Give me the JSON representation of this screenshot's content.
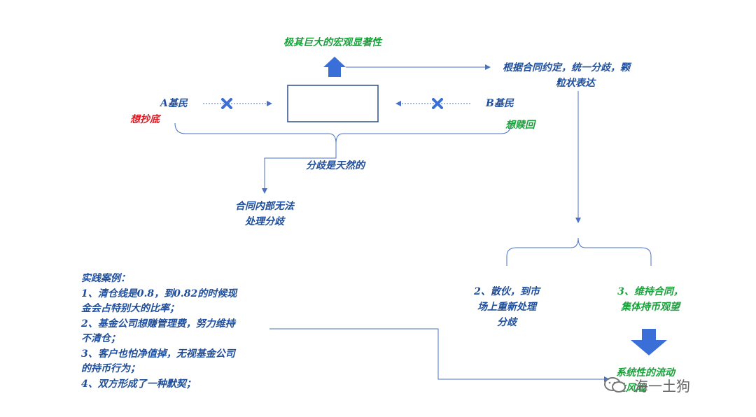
{
  "top_label": "极其巨大的宏观显著性",
  "party_a": {
    "name": "A基民",
    "want": "想抄底"
  },
  "party_b": {
    "name": "B基民",
    "want": "想赎回"
  },
  "divergence_natural": "分歧是天然的",
  "internal_unable": [
    "合同内部无法",
    "处理分歧"
  ],
  "contract_divergence": [
    "根据合同约定，统一分歧，颗",
    "粒状表达"
  ],
  "option_2": [
    "2、散伙，到市",
    "场上重新处理",
    "分歧"
  ],
  "option_3": [
    "3、维持合同，",
    "集体持币观望"
  ],
  "systemic": [
    "系统性的流动",
    "性风险"
  ],
  "case": {
    "title": "实践案例：",
    "lines": [
      "1、清仓线是0.8，到0.82的时候现",
      "金会占特别大的比率；",
      "2、基金公司想赚管理费，努力维持",
      "不清仓；",
      "3、客户也怕净值掉，无视基金公司",
      "的持币行为；",
      "4、双方形成了一种默契；"
    ]
  },
  "watermark": "海一土狗",
  "colors": {
    "blue": "#1f4e9c",
    "green": "#1aa13c",
    "red": "#e0141e",
    "line": "#4a72c4",
    "arrow": "#3a6fd8"
  }
}
